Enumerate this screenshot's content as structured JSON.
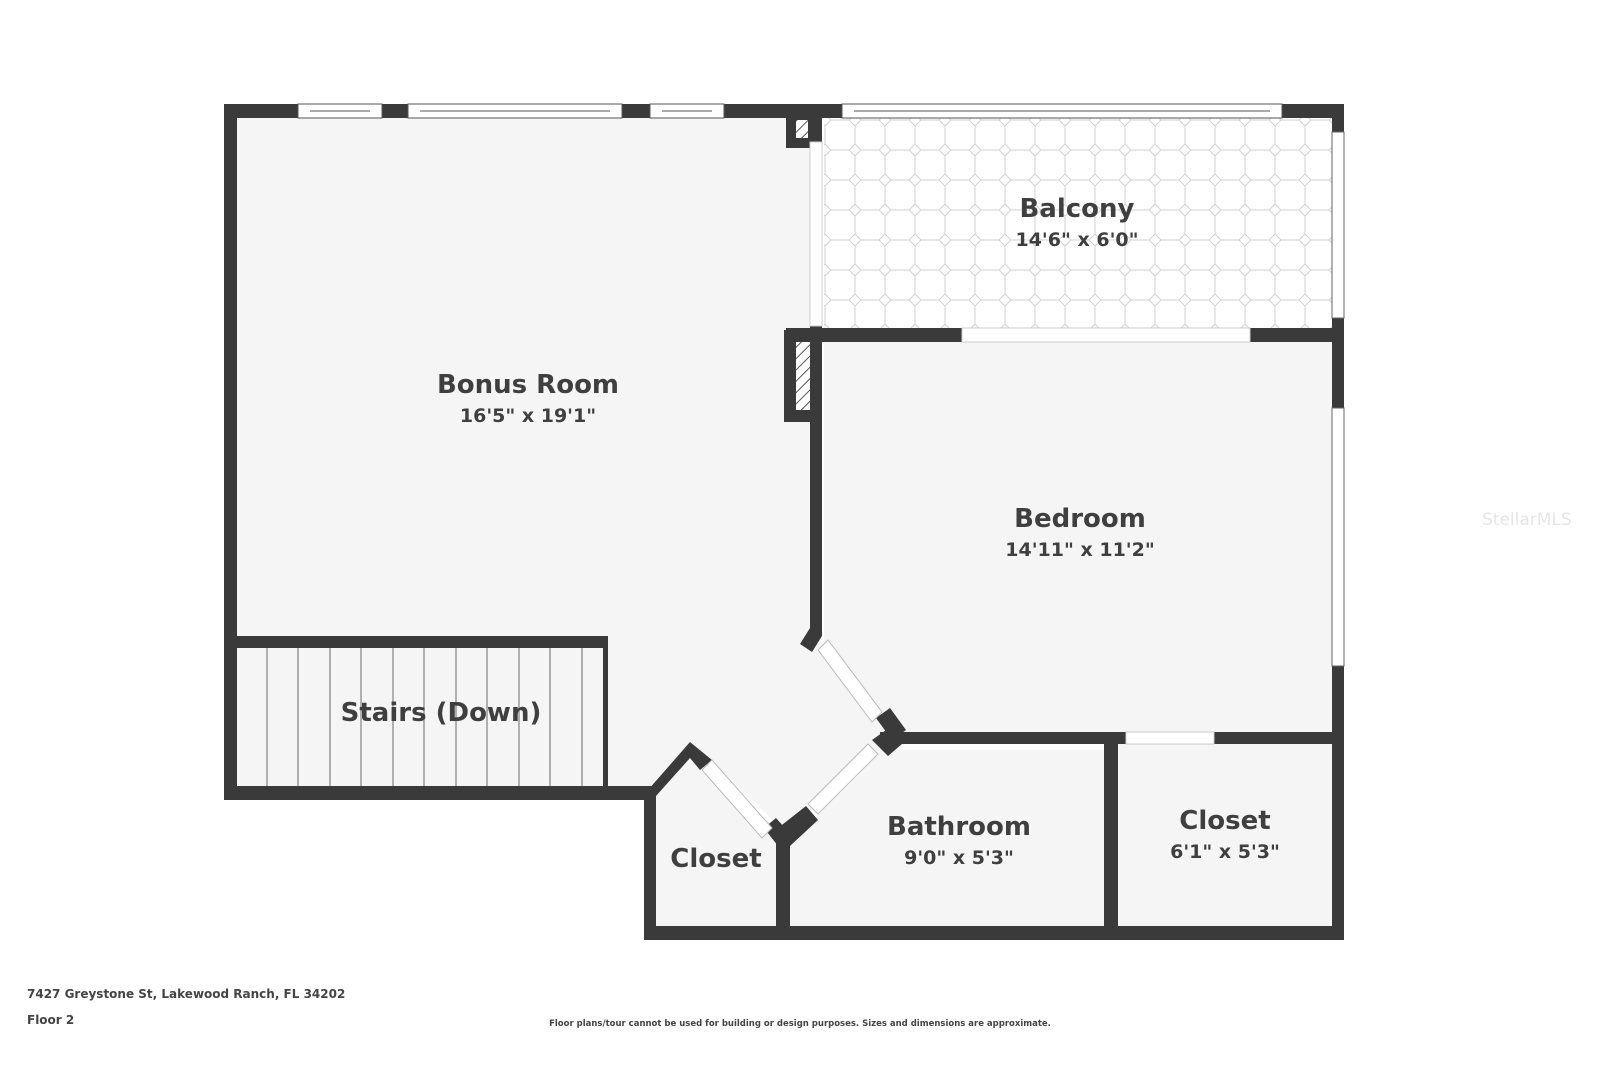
{
  "plan": {
    "address": "7427 Greystone St, Lakewood Ranch, FL 34202",
    "floor_label": "Floor 2",
    "disclaimer": "Floor plans/tour cannot be used for building or design purposes. Sizes and dimensions are approximate.",
    "watermark": "StellarMLS",
    "colors": {
      "wall": "#3a3a3a",
      "floor": "#f5f5f5",
      "background": "#ffffff",
      "text": "#3f3f3f"
    }
  },
  "rooms": {
    "bonus_room": {
      "name": "Bonus Room",
      "dims": "16'5\" x 19'1\""
    },
    "balcony": {
      "name": "Balcony",
      "dims": "14'6\" x 6'0\""
    },
    "bedroom": {
      "name": "Bedroom",
      "dims": "14'11\" x 11'2\""
    },
    "stairs": {
      "name": "Stairs (Down)"
    },
    "closet_small": {
      "name": "Closet"
    },
    "bathroom": {
      "name": "Bathroom",
      "dims": "9'0\" x 5'3\""
    },
    "closet_right": {
      "name": "Closet",
      "dims": "6'1\" x 5'3\""
    }
  }
}
